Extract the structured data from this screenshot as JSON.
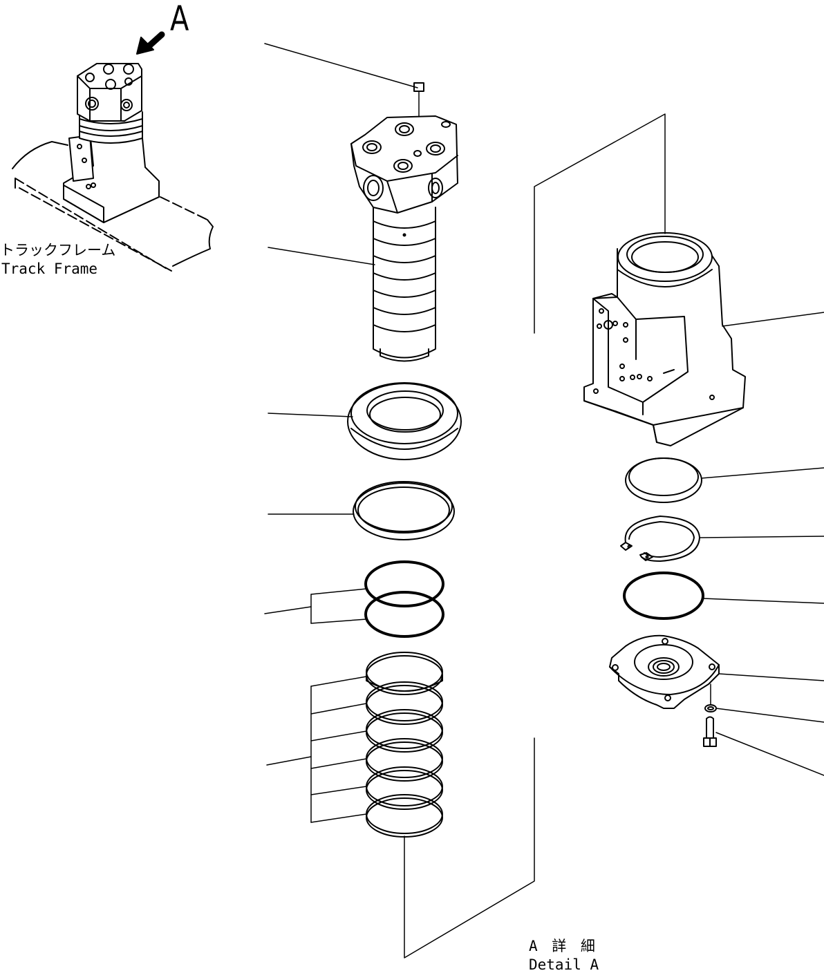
{
  "labels": {
    "view_letter": "A",
    "track_frame_ja": "トラックフレーム",
    "track_frame_en": "Track Frame",
    "detail_ja": "A 詳 細",
    "detail_en": "Detail A"
  }
}
